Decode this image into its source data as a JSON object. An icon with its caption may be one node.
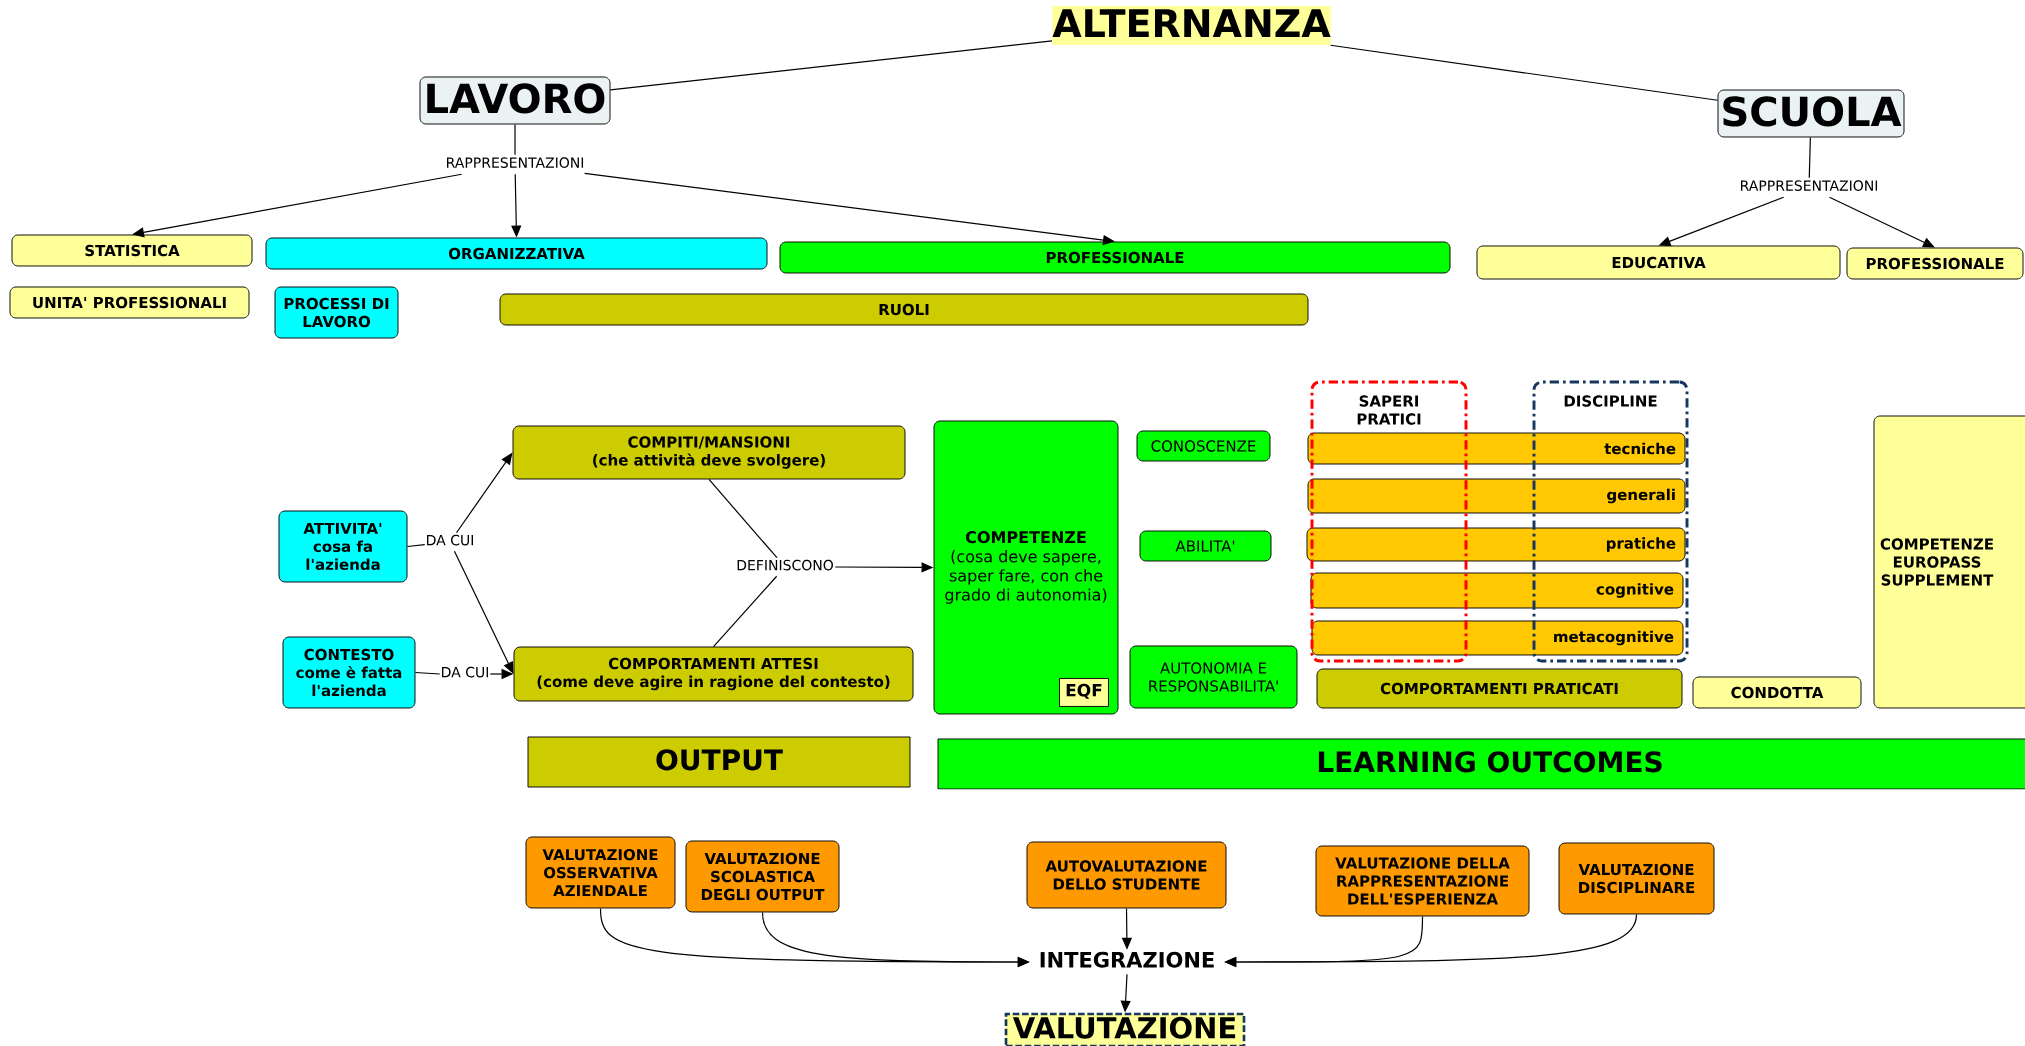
{
  "diagram": {
    "nodes": [
      {
        "text": [
          "ALTERNANZA"
        ]
      },
      {
        "text": [
          "LAVORO"
        ]
      },
      {
        "text": [
          "SCUOLA"
        ]
      },
      {
        "text": [
          "RAPPRESENTAZIONI"
        ]
      },
      {
        "text": [
          "RAPPRESENTAZIONI"
        ]
      },
      {
        "text": [
          "STATISTICA"
        ]
      },
      {
        "text": [
          "ORGANIZZATIVA"
        ]
      },
      {
        "text": [
          "PROFESSIONALE"
        ]
      },
      {
        "text": [
          "EDUCATIVA"
        ]
      },
      {
        "text": [
          "PROFESSIONALE"
        ]
      },
      {
        "text": [
          "UNITA' PROFESSIONALI"
        ]
      },
      {
        "text": [
          "PROCESSI DI LAVORO"
        ]
      },
      {
        "text": [
          "RUOLI"
        ]
      },
      {
        "text": [
          "SAPERI PRATICI"
        ]
      },
      {
        "text": [
          "DISCIPLINE"
        ]
      },
      {
        "text": [
          "COMPITI/MANSIONI",
          "(che attività deve svolgere)"
        ]
      },
      {
        "text": [
          "COMPETENZE",
          "(cosa deve sapere, saper fare, con che grado di autonomia)"
        ]
      },
      {
        "text": [
          "EQF"
        ],
        "in": 16
      },
      {
        "text": [
          "CONOSCENZE"
        ]
      },
      {
        "text": [
          "tecniche"
        ]
      },
      {
        "text": [
          "generali"
        ]
      },
      {
        "text": [
          "ATTIVITA'",
          "cosa fa l'azienda"
        ]
      },
      {
        "text": [
          "DA CUI"
        ]
      },
      {
        "text": [
          "DEFINISCONO"
        ]
      },
      {
        "text": [
          "ABILITA'"
        ]
      },
      {
        "text": [
          "pratiche"
        ]
      },
      {
        "text": [
          "cognitive"
        ]
      },
      {
        "text": [
          "metacognitive"
        ]
      },
      {
        "text": [
          "CONTESTO",
          "come è fatta l'azienda"
        ]
      },
      {
        "text": [
          "DA CUI"
        ]
      },
      {
        "text": [
          "COMPORTAMENTI ATTESI",
          "(come deve agire in ragione del contesto)"
        ]
      },
      {
        "text": [
          "AUTONOMIA E RESPONSABILITA'"
        ]
      },
      {
        "text": [
          "COMPORTAMENTI PRATICATI"
        ]
      },
      {
        "text": [
          "CONDOTTA"
        ]
      },
      {
        "text": [
          "COMPETENZE EUROPASS SUPPLEMENT"
        ]
      },
      {
        "text": [
          "OUTPUT"
        ]
      },
      {
        "text": [
          "LEARNING OUTCOMES"
        ]
      },
      {
        "text": [
          "VALUTAZIONE OSSERVATIVA AZIENDALE"
        ]
      },
      {
        "text": [
          "VALUTAZIONE SCOLASTICA DEGLI OUTPUT"
        ]
      },
      {
        "text": [
          "AUTOVALUTAZIONE DELLO STUDENTE"
        ]
      },
      {
        "text": [
          "VALUTAZIONE DELLA RAPPRESENTAZIONE DELL'ESPERIENZA"
        ]
      },
      {
        "text": [
          "VALUTAZIONE DISCIPLINARE"
        ]
      },
      {
        "text": [
          "INTEGRAZIONE"
        ]
      },
      {
        "text": [
          "VALUTAZIONE"
        ]
      }
    ],
    "edges": [
      {
        "from": 0,
        "to": 1,
        "arrow": "none"
      },
      {
        "from": 0,
        "to": 2,
        "arrow": "none"
      },
      {
        "from": 1,
        "to": 3,
        "arrow": "none"
      },
      {
        "from": 3,
        "to": 5,
        "arrow": "to"
      },
      {
        "from": 3,
        "to": 6,
        "arrow": "to"
      },
      {
        "from": 3,
        "to": 7,
        "arrow": "to"
      },
      {
        "from": 2,
        "to": 4,
        "arrow": "none"
      },
      {
        "from": 4,
        "to": 8,
        "arrow": "to"
      },
      {
        "from": 4,
        "to": 9,
        "arrow": "to"
      },
      {
        "from": 21,
        "to": 22,
        "arrow": "none"
      },
      {
        "from": 22,
        "to": 15,
        "arrow": "to"
      },
      {
        "from": 22,
        "to": 30,
        "arrow": "to"
      },
      {
        "from": 28,
        "to": 29,
        "arrow": "none"
      },
      {
        "from": 29,
        "to": 30,
        "arrow": "to"
      },
      {
        "from": 15,
        "to": 23,
        "arrow": "none"
      },
      {
        "from": 30,
        "to": 23,
        "arrow": "none"
      },
      {
        "from": 23,
        "to": 16,
        "arrow": "to"
      },
      {
        "from": 37,
        "to": 42,
        "arrow": "to"
      },
      {
        "from": 38,
        "to": 42,
        "arrow": "to"
      },
      {
        "from": 39,
        "to": 42,
        "arrow": "to"
      },
      {
        "from": 40,
        "to": 42,
        "arrow": "to"
      },
      {
        "from": 41,
        "to": 42,
        "arrow": "to"
      },
      {
        "from": 42,
        "to": 43,
        "arrow": "to"
      }
    ]
  }
}
